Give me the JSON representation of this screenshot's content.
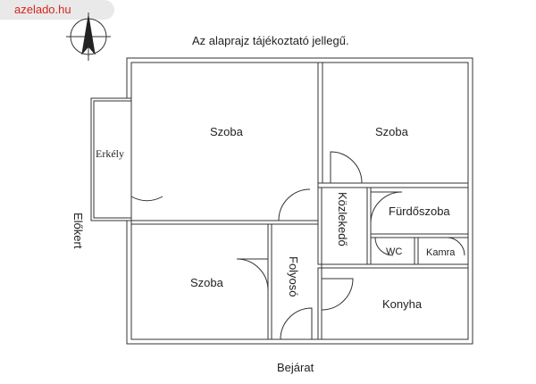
{
  "watermark": "azelado.hu",
  "note": "Az alaprajz tájékoztató jellegű.",
  "rooms": {
    "room_top_left": "Szoba",
    "room_top_right": "Szoba",
    "room_bottom_left": "Szoba",
    "balcony": "Erkély",
    "corridor": "Közlekedő",
    "hallway": "Folyosó",
    "bathroom": "Fürdőszoba",
    "wc": "WC",
    "pantry": "Kamra",
    "kitchen": "Konyha"
  },
  "labels": {
    "front_garden": "Előkert",
    "entrance": "Bejárat"
  },
  "colors": {
    "watermark_text": "#d9261c",
    "wall_stroke": "#333333"
  },
  "icons": {
    "compass": "north-arrow-icon"
  }
}
